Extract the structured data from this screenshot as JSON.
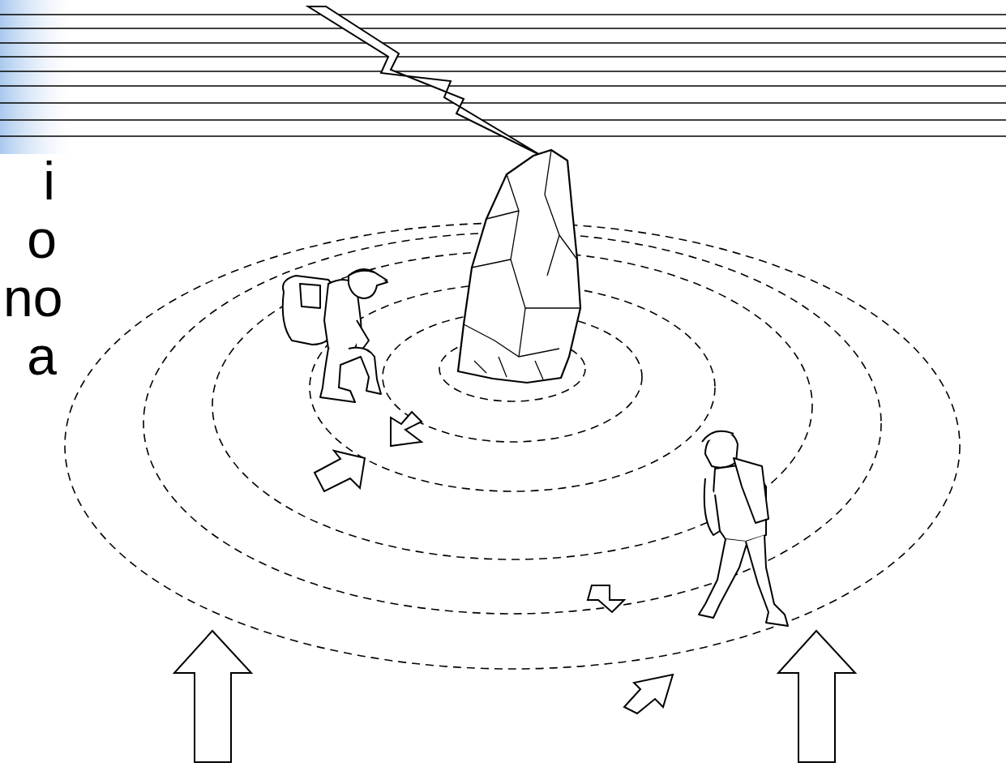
{
  "diagram": {
    "labels": [
      "i",
      "o",
      "no",
      "a"
    ]
  }
}
